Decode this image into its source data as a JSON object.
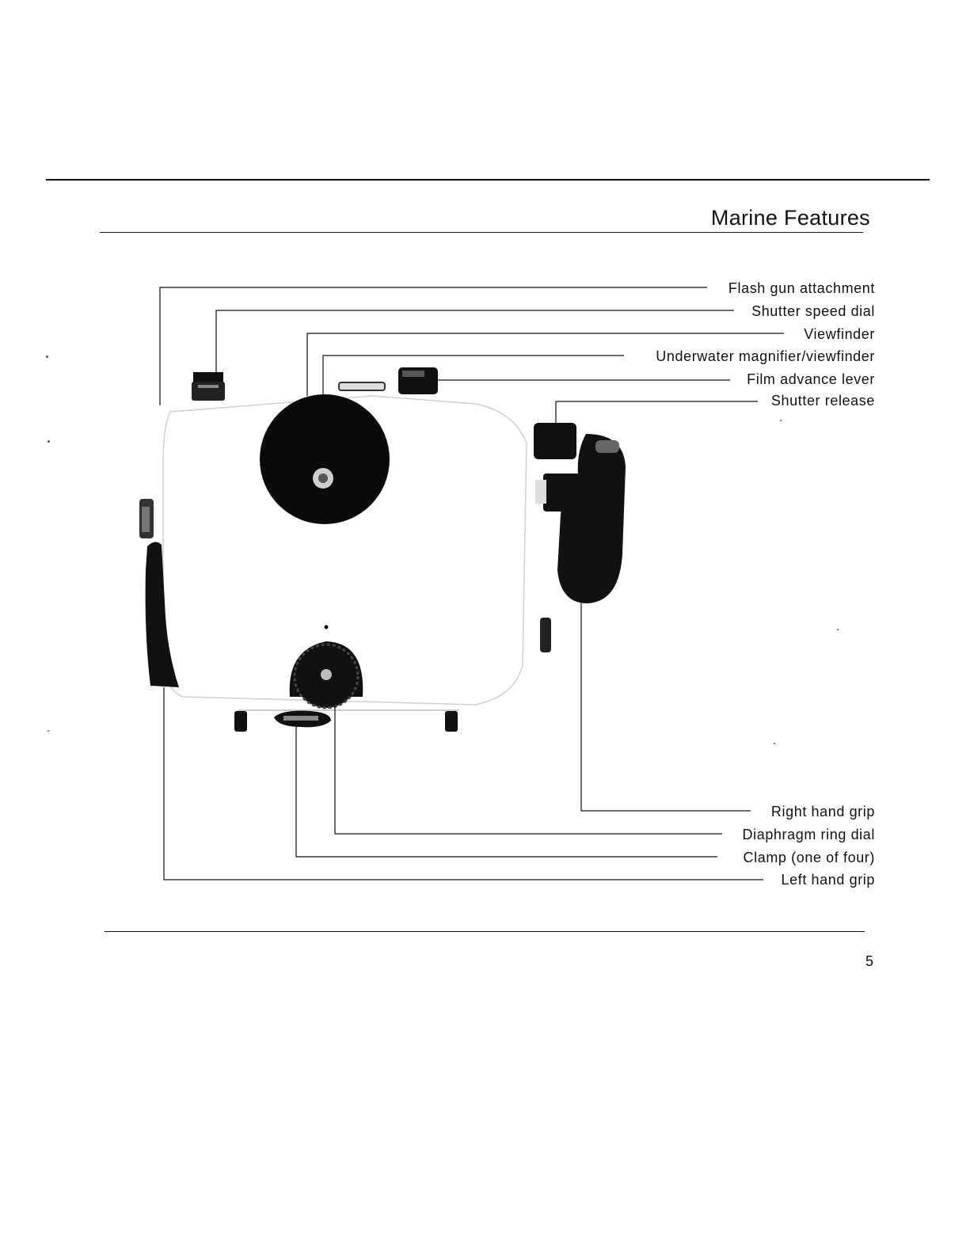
{
  "page": {
    "section_title": "Marine Features",
    "page_number": "5"
  },
  "figure": {
    "subject": "underwater camera housing, front view",
    "callouts": [
      {
        "label": "Flash gun attachment"
      },
      {
        "label": "Shutter speed dial"
      },
      {
        "label": "Viewfinder"
      },
      {
        "label": "Underwater magnifier/viewfinder"
      },
      {
        "label": "Film advance lever"
      },
      {
        "label": "Shutter release"
      },
      {
        "label": "Right hand grip"
      },
      {
        "label": "Diaphragm ring dial"
      },
      {
        "label": "Clamp (one of four)"
      },
      {
        "label": "Left hand grip"
      }
    ]
  }
}
